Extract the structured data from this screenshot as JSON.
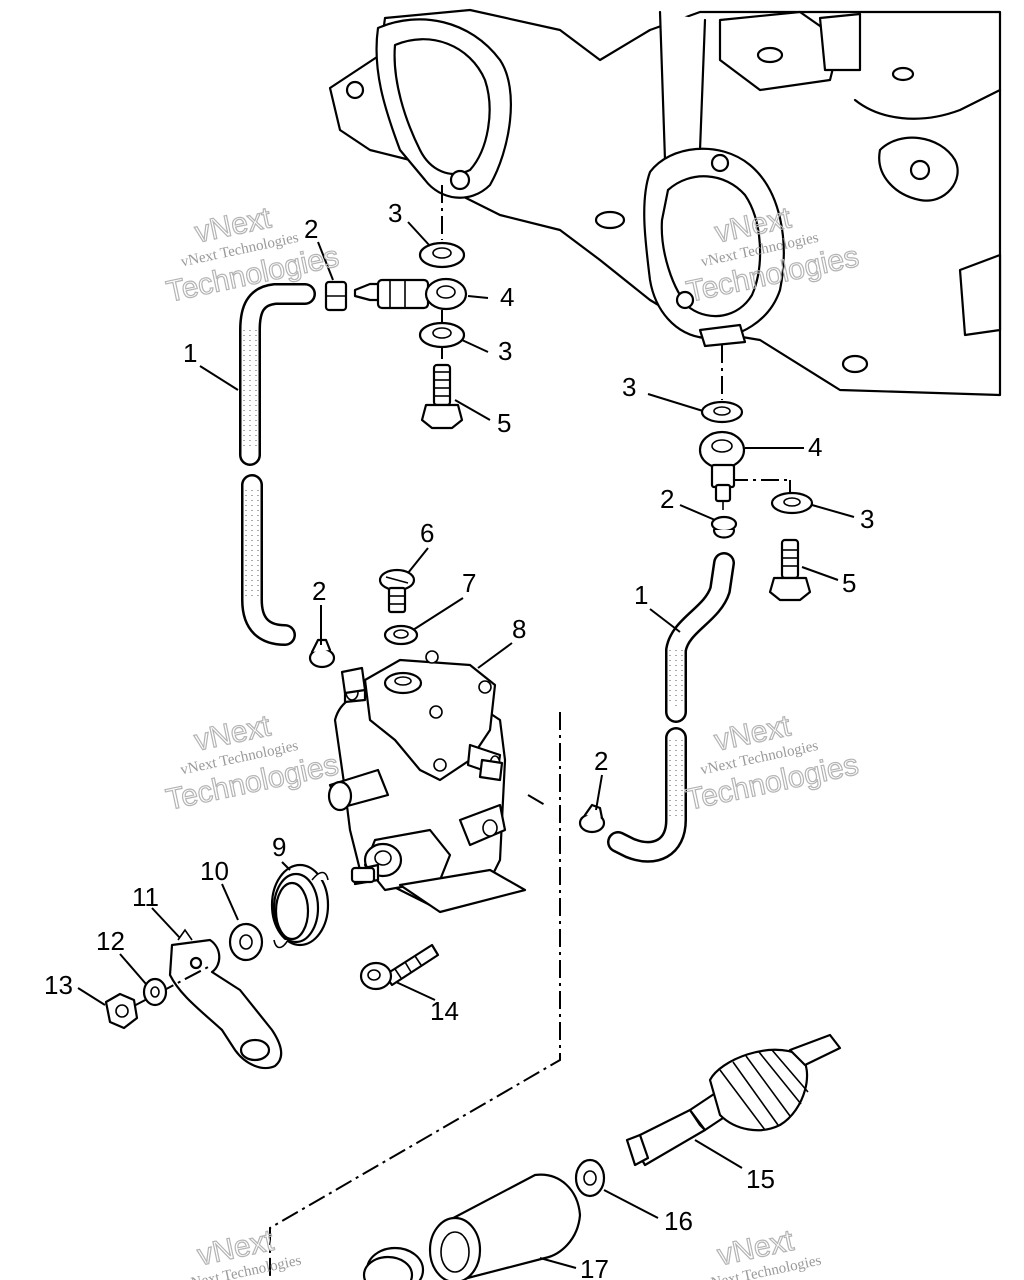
{
  "diagram": {
    "type": "exploded-parts-diagram",
    "callouts": [
      {
        "id": "c1a",
        "label": "1"
      },
      {
        "id": "c2a",
        "label": "2"
      },
      {
        "id": "c3a",
        "label": "3"
      },
      {
        "id": "c4a",
        "label": "4"
      },
      {
        "id": "c3b",
        "label": "3"
      },
      {
        "id": "c5a",
        "label": "5"
      },
      {
        "id": "c3c",
        "label": "3"
      },
      {
        "id": "c4b",
        "label": "4"
      },
      {
        "id": "c2b",
        "label": "2"
      },
      {
        "id": "c3d",
        "label": "3"
      },
      {
        "id": "c5b",
        "label": "5"
      },
      {
        "id": "c6",
        "label": "6"
      },
      {
        "id": "c7",
        "label": "7"
      },
      {
        "id": "c8",
        "label": "8"
      },
      {
        "id": "c2c",
        "label": "2"
      },
      {
        "id": "c1b",
        "label": "1"
      },
      {
        "id": "c2d",
        "label": "2"
      },
      {
        "id": "c9",
        "label": "9"
      },
      {
        "id": "c10",
        "label": "10"
      },
      {
        "id": "c11",
        "label": "11"
      },
      {
        "id": "c12",
        "label": "12"
      },
      {
        "id": "c13",
        "label": "13"
      },
      {
        "id": "c14",
        "label": "14"
      },
      {
        "id": "c15",
        "label": "15"
      },
      {
        "id": "c16",
        "label": "16"
      },
      {
        "id": "c17",
        "label": "17"
      }
    ]
  },
  "watermark": {
    "company": "vNext Technologies",
    "brand_top": "vNext",
    "brand_bottom": "Technologies"
  }
}
